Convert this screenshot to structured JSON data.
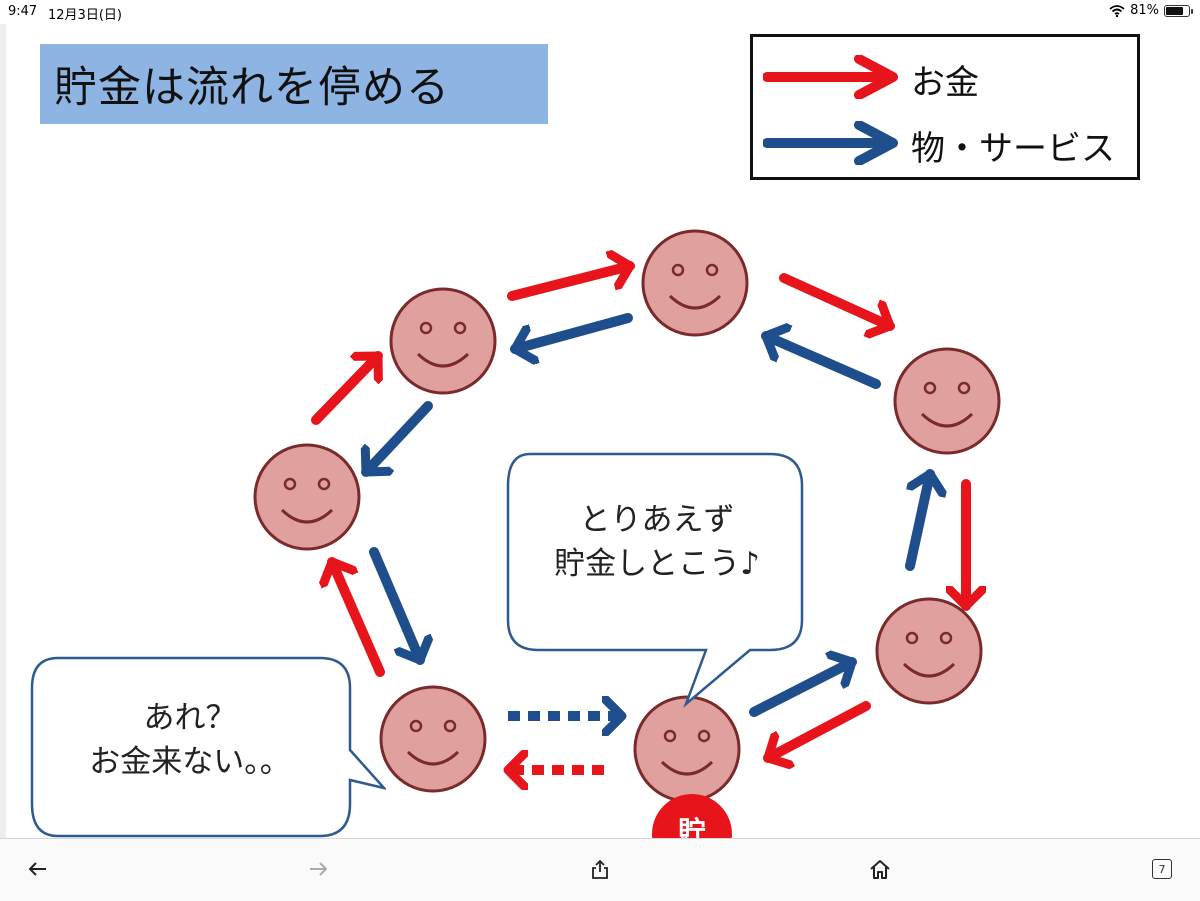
{
  "status_bar": {
    "time": "9:47",
    "date": "12月3日(日)",
    "battery_percent_text": "81%",
    "battery_level": 0.81
  },
  "diagram": {
    "title": "貯金は流れを停める",
    "legend": [
      {
        "label": "お金",
        "color": "#e8141c"
      },
      {
        "label": "物・サービス",
        "color": "#1f4e8c"
      }
    ],
    "bubble_saver": "とりあえず\n貯金しとこう♪",
    "bubble_waiting": "あれ？\nお金来ない。。",
    "saving_badge": "貯"
  },
  "colors": {
    "money_arrow": "#e8141c",
    "goods_arrow": "#1f4e8c",
    "face_fill": "#e0a09e",
    "face_stroke": "#7a2a2a",
    "title_bg": "#8db4e2",
    "badge": "#e8141c"
  },
  "toolbar": {
    "back_icon": "arrow-left-icon",
    "forward_icon": "arrow-right-icon",
    "share_icon": "share-icon",
    "home_icon": "home-icon",
    "tabs_count": "7"
  }
}
